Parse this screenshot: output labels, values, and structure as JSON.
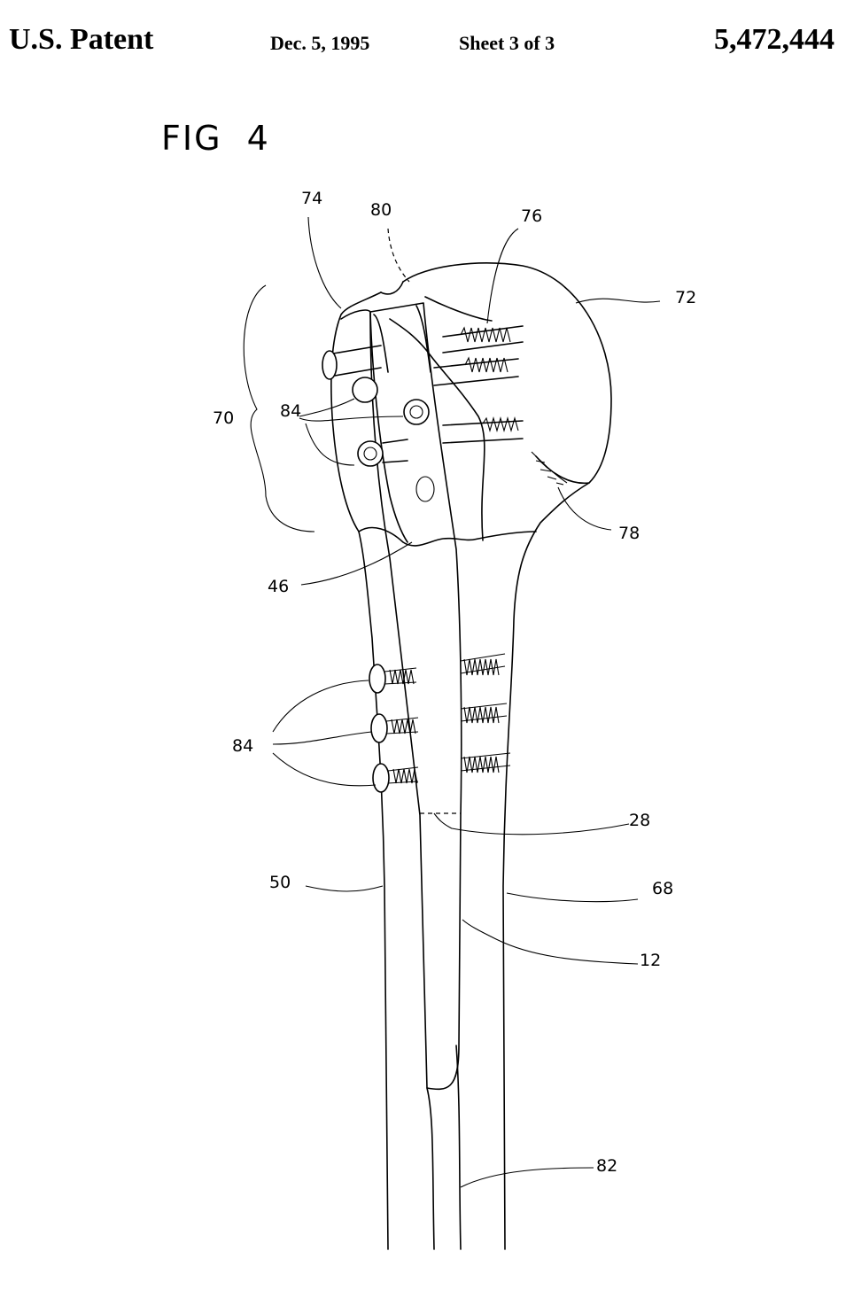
{
  "header": {
    "patent_label": "U.S. Patent",
    "date": "Dec. 5, 1995",
    "sheet": "Sheet 3 of 3",
    "patent_number": "5,472,444"
  },
  "figure": {
    "title": "FIG  4",
    "labels": {
      "l74": "74",
      "l80": "80",
      "l76": "76",
      "l72": "72",
      "l70": "70",
      "l84a": "84",
      "l78": "78",
      "l46": "46",
      "l84b": "84",
      "l28": "28",
      "l50": "50",
      "l68": "68",
      "l12": "12",
      "l82": "82"
    }
  }
}
